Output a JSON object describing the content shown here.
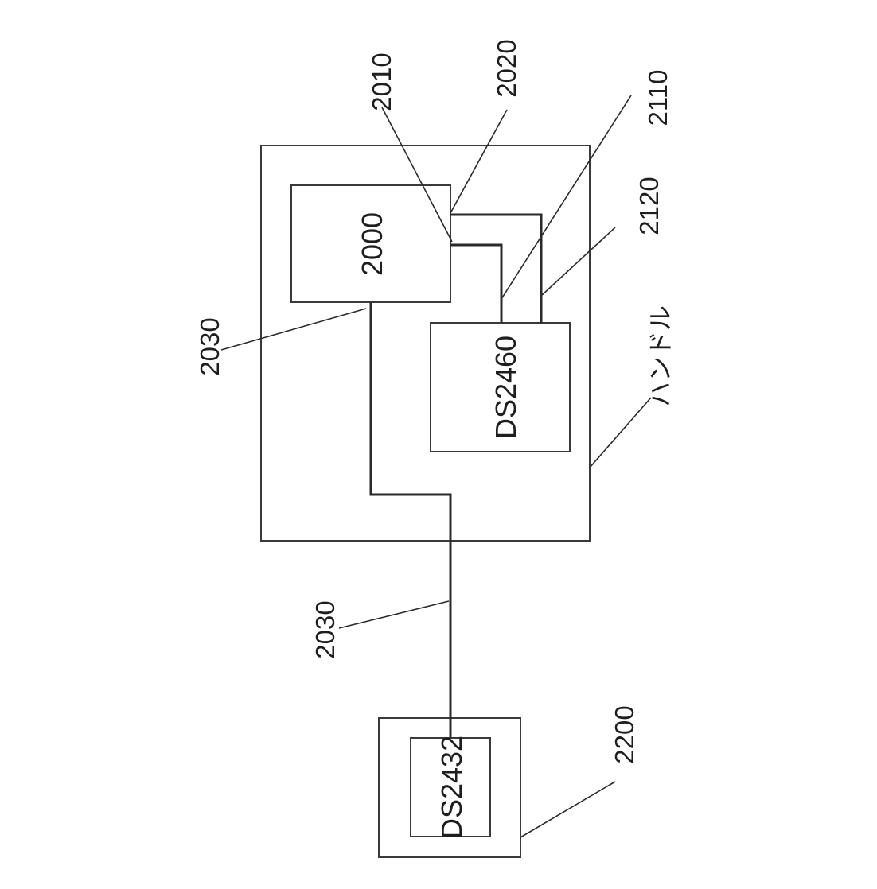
{
  "figure": {
    "blocks": {
      "mcu": "2000",
      "handle_chip": "DS2460",
      "remote_chip": "DS2432"
    },
    "handle_label": "ハンドル",
    "reference_numerals": {
      "pin_a": "2010",
      "pin_b": "2020",
      "line_a": "2110",
      "line_b": "2120",
      "bus_inside": "2030",
      "bus_outside": "2030",
      "remote_unit": "2200"
    }
  }
}
